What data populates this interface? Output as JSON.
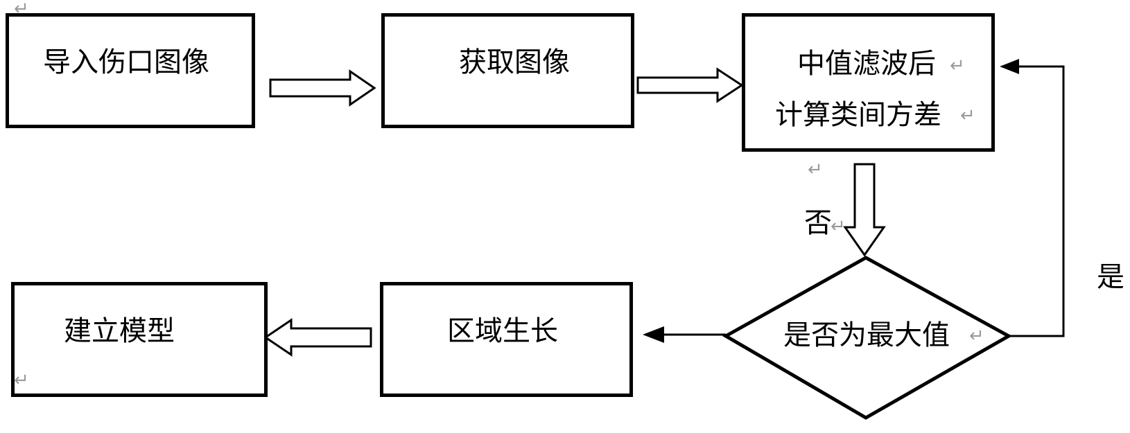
{
  "nodes": {
    "import": "导入伤口图像",
    "acquire": "获取图像",
    "median_line1": "中值滤波后",
    "median_line2": "计算类间方差",
    "decision": "是否为最大值",
    "region": "区域生长",
    "model": "建立模型"
  },
  "edge_labels": {
    "no": "否",
    "yes": "是"
  },
  "colors": {
    "stroke": "#000000",
    "background": "#ffffff",
    "para_mark": "#9a9a9a"
  },
  "icons": {
    "paragraph_mark": "↵"
  }
}
